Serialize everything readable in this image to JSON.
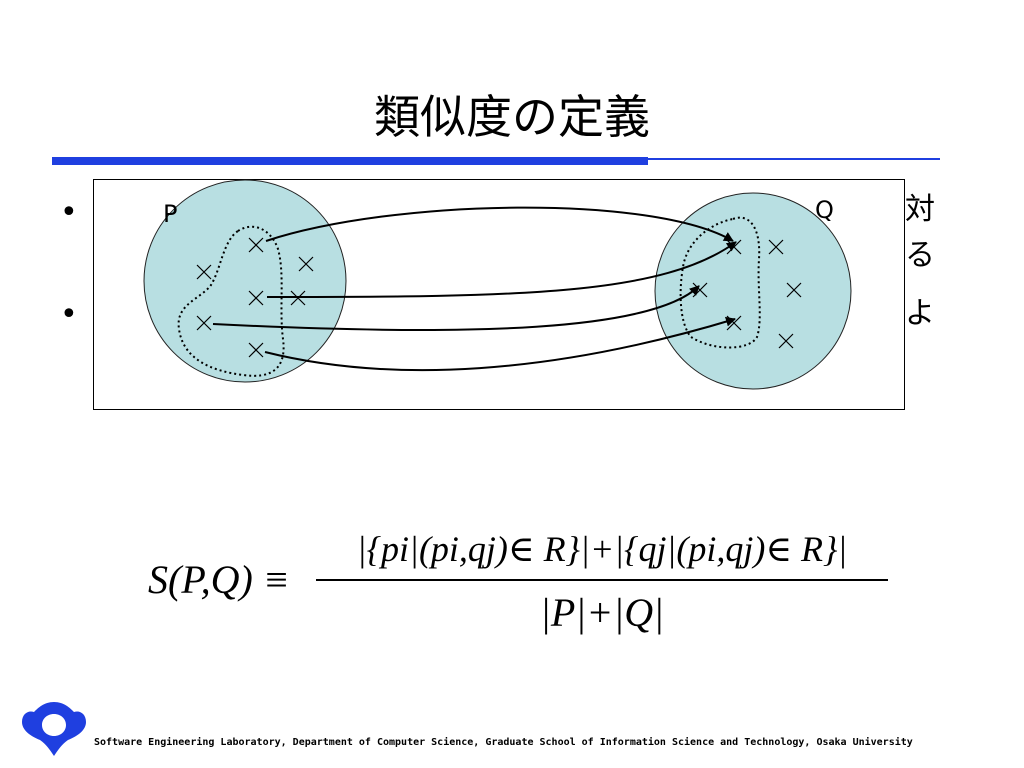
{
  "slide": {
    "title": "類似度の定義"
  },
  "bullets": [
    {
      "marker": "•",
      "fragment_right_top": "対",
      "fragment_right_bottom": "る"
    },
    {
      "marker": "•",
      "fragment_right": "よ"
    }
  ],
  "figure": {
    "set_p_label": "P",
    "set_q_label": "Q",
    "element_mark": "×",
    "fill_color": "#b8dfe2",
    "stroke_color": "#222222"
  },
  "formula": {
    "lhs": "S(P,Q) ≡",
    "numerator": "|{pi|(pi,qj)∈ R}|+|{qj|(pi,qj)∈ R}|",
    "denominator": "|P|+|Q|"
  },
  "footer": {
    "text": "Software Engineering Laboratory, Department of Computer Science, Graduate School of Information Science and Technology, Osaka University",
    "logo_color": "#1f3fe0"
  },
  "colors": {
    "accent": "#1f3fe0"
  }
}
